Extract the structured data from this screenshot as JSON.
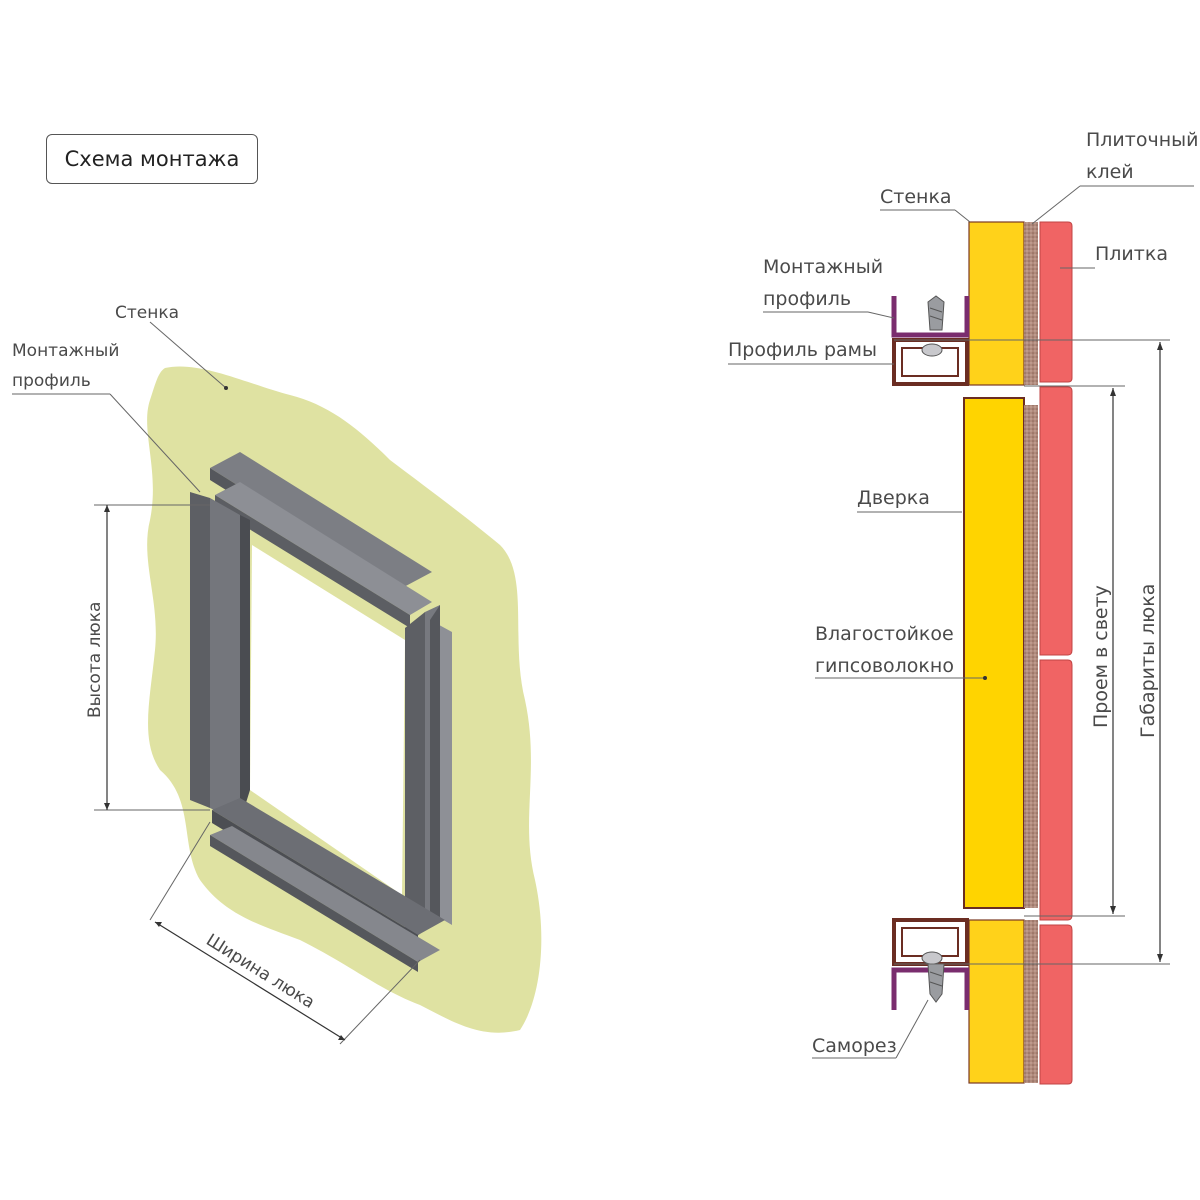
{
  "title": "Схема монтажа",
  "left": {
    "wall": "Стенка",
    "mount_profile_1": "Монтажный",
    "mount_profile_2": "профиль",
    "height": "Высота люка",
    "width": "Ширина люка"
  },
  "right": {
    "adhesive_1": "Плиточный",
    "adhesive_2": "клей",
    "wall": "Стенка",
    "tile": "Плитка",
    "mount_profile_1": "Монтажный",
    "mount_profile_2": "профиль",
    "frame_profile": "Профиль рамы",
    "door": "Дверка",
    "gypsum_1": "Влагостойкое",
    "gypsum_2": "гипсоволокно",
    "opening": "Проем в свету",
    "dimensions": "Габариты люка",
    "screw": "Саморез"
  },
  "colors": {
    "wall_blob": "#dfe2a2",
    "frame_gray": "#6c6e74",
    "gypsum_yellow": "#ffd400",
    "tile_red": "#f06464",
    "adhesive": "#b89486",
    "profile_purple": "#7a2d6e",
    "frame_brown": "#6b2d22"
  }
}
